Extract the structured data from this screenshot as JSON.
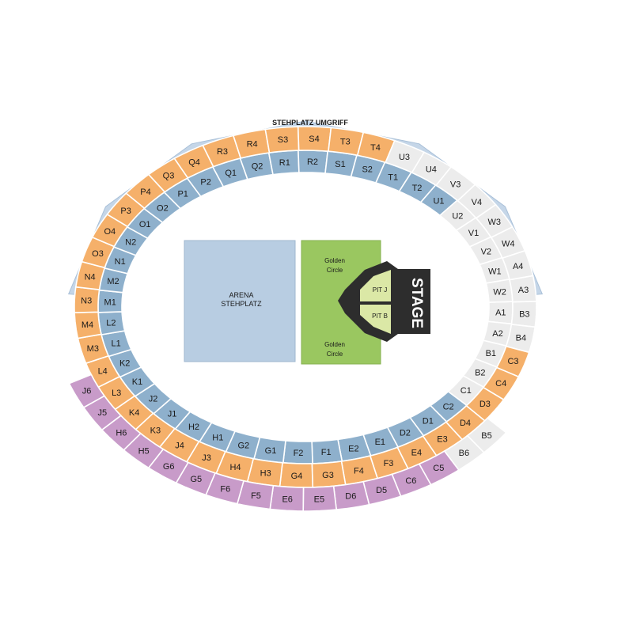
{
  "colors": {
    "outer_ring": "#c5d6e8",
    "inner": "#8eb0cc",
    "middle": "#f5b06a",
    "outer": "#c89bc9",
    "grey": "#ececec",
    "grey_stroke": "#cfcfcf",
    "arena_fill": "#b8cde2",
    "golden_fill": "#9ac760",
    "pit_fill": "#dbe8a6",
    "stage_fill": "#2d2d2d"
  },
  "labels": {
    "ring": "STEHPLATZ UMGRIFF",
    "arena_line1": "ARENA",
    "arena_line2": "STEHPLATZ",
    "golden_top_1": "Golden",
    "golden_top_2": "Circle",
    "golden_bottom_1": "Golden",
    "golden_bottom_2": "Circle",
    "pit_j": "PIT J",
    "pit_b": "PIT B",
    "stage": "STAGE"
  },
  "sections": {
    "inner": [
      "A1",
      "A2",
      "B1",
      "B2",
      "C1",
      "C2",
      "D1",
      "D2",
      "E1",
      "E2",
      "F1",
      "F2",
      "G1",
      "G2",
      "H1",
      "H2",
      "J1",
      "J2",
      "K1",
      "K2",
      "L1",
      "L2",
      "M1",
      "M2",
      "N1",
      "N2",
      "O1",
      "O2",
      "P1",
      "P2",
      "Q1",
      "Q2",
      "R1",
      "R2",
      "S1",
      "S2",
      "T1",
      "T2",
      "U1",
      "U2",
      "V1",
      "V2",
      "W1",
      "W2"
    ],
    "middle": [
      "A3",
      "B3",
      "C3",
      "C4",
      "D3",
      "D4",
      "E3",
      "E4",
      "F3",
      "F4",
      "G3",
      "G4",
      "H3",
      "H4",
      "J3",
      "J4",
      "K3",
      "K4",
      "L3",
      "L4",
      "M3",
      "M4",
      "N3",
      "N4",
      "O3",
      "O4",
      "P3",
      "P4",
      "Q3",
      "Q4",
      "R3",
      "R4",
      "S3",
      "S4",
      "T3",
      "T4",
      "U3",
      "U4",
      "V3",
      "V4",
      "W3",
      "W4",
      "A4",
      "B4"
    ],
    "outer": [
      "B5",
      "B6",
      "C5",
      "C6",
      "D5",
      "D6",
      "E5",
      "E6",
      "F5",
      "F6",
      "G5",
      "G6",
      "H5",
      "H6",
      "J5",
      "J6"
    ],
    "grey": [
      "U2",
      "V1",
      "V2",
      "W1",
      "W2",
      "A1",
      "A2",
      "B1",
      "B2",
      "C1",
      "U3",
      "U4",
      "V3",
      "V4",
      "W3",
      "W4",
      "A3",
      "A4",
      "B3",
      "B4",
      "B5",
      "B6"
    ]
  }
}
